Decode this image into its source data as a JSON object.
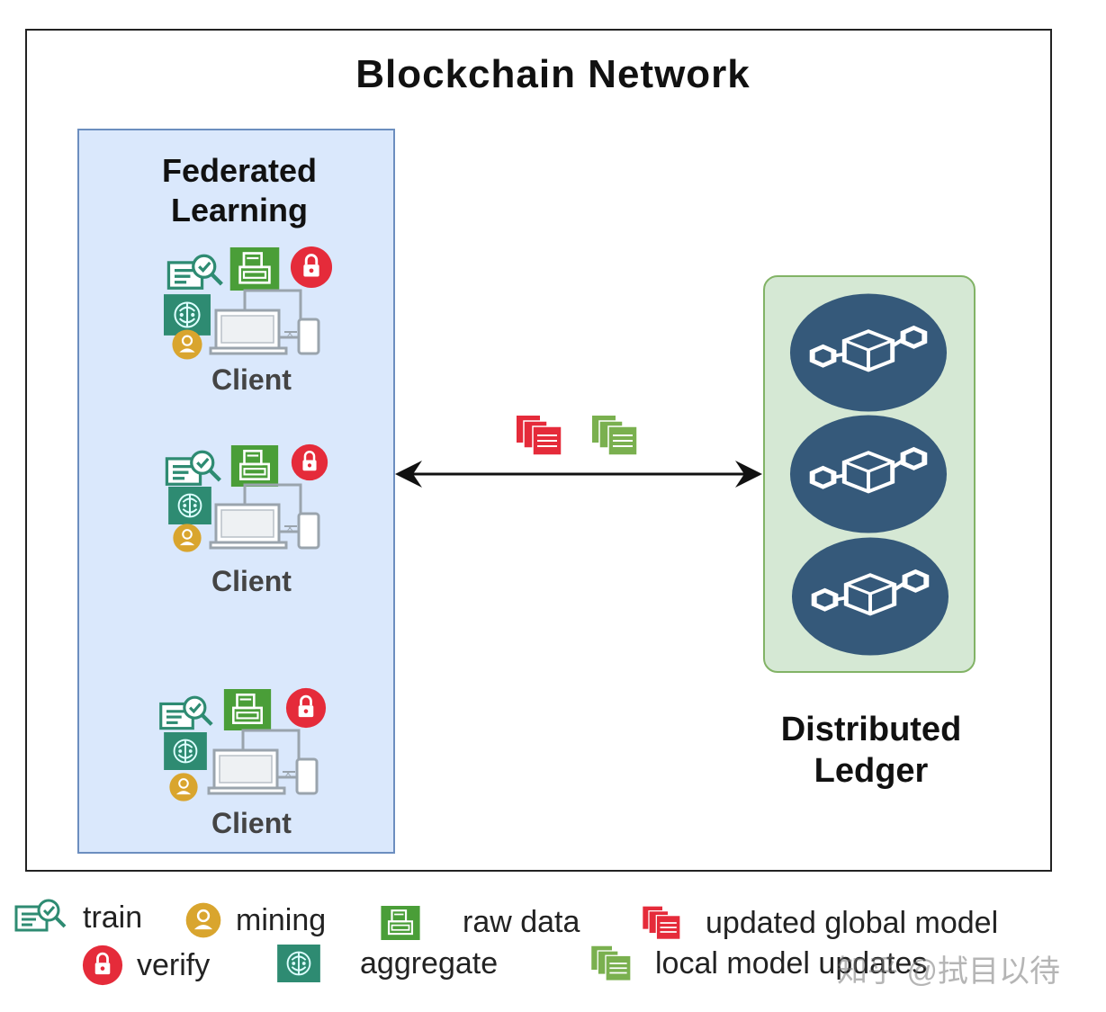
{
  "title": "Blockchain Network",
  "federated_learning": {
    "title_line1": "Federated",
    "title_line2": "Learning"
  },
  "clients": [
    {
      "label": "Client"
    },
    {
      "label": "Client"
    },
    {
      "label": "Client"
    }
  ],
  "ledger": {
    "label_line1": "Distributed",
    "label_line2": "Ledger",
    "block_count": 3
  },
  "legend": {
    "train": "train",
    "mining": "mining",
    "raw_data": "raw data",
    "updated_global_model": "updated global model",
    "verify": "verify",
    "aggregate": "aggregate",
    "local_model_updates": "local model updates"
  },
  "watermark": "知乎 @拭目以待",
  "colors": {
    "fl_panel": "#dae8fc",
    "fl_border": "#6c8ebf",
    "ledger_panel": "#d5e8d4",
    "ledger_border": "#82b366",
    "block_node": "#35597a",
    "red": "#e52b3a",
    "green": "#4a9e38",
    "teal": "#2e8b72",
    "gold": "#d9a52e"
  },
  "icons": {
    "train": "train-icon",
    "mining": "mining-icon",
    "raw_data": "raw-data-icon",
    "verify": "verify-icon",
    "aggregate": "aggregate-icon",
    "updated_global_model": "updated-global-model-icon",
    "local_model_updates": "local-model-updates-icon",
    "device": "devices-icon",
    "block": "blockchain-node-icon"
  }
}
